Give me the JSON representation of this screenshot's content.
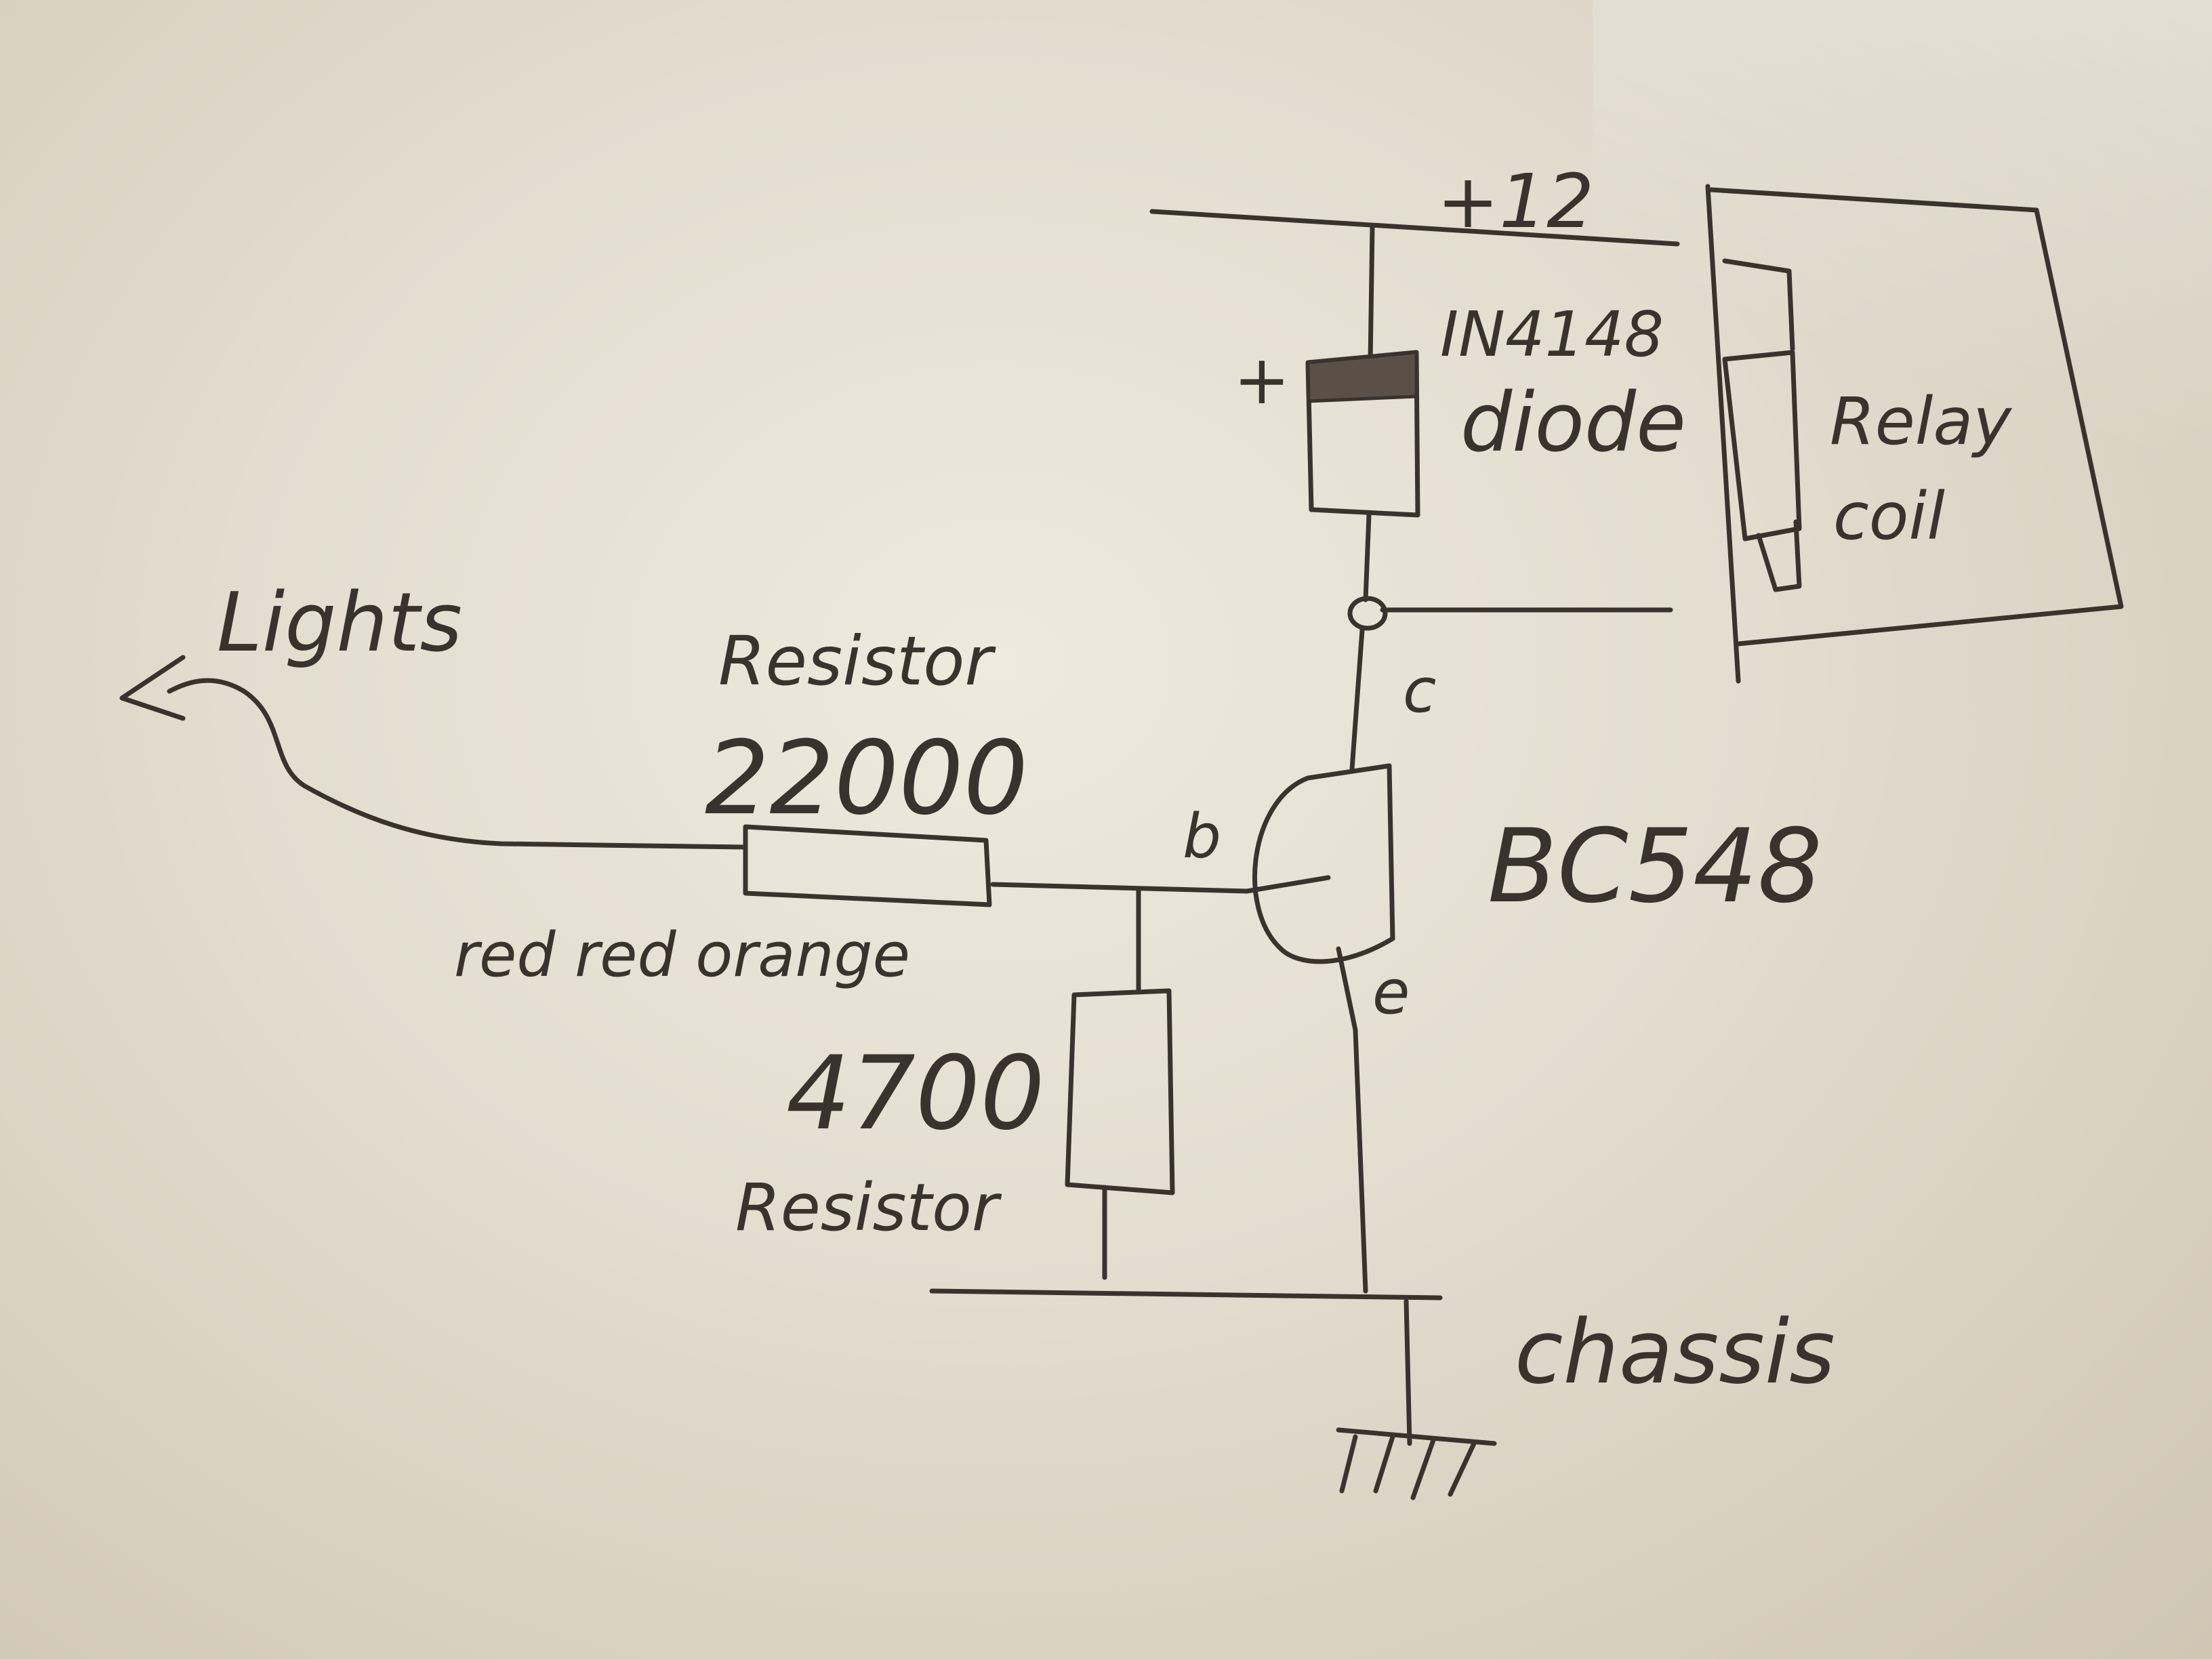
{
  "labels": {
    "supply": "+12",
    "diode_part": "IN4148",
    "diode_word": "diode",
    "diode_plus": "+",
    "relay_line1": "Relay",
    "relay_line2": "coil",
    "collector": "c",
    "base": "b",
    "emitter": "e",
    "transistor": "BC548",
    "lights": "Lights",
    "r1_title": "Resistor",
    "r1_value": "22000",
    "r1_bands": "red red orange",
    "r2_value": "4700",
    "r2_title": "Resistor",
    "ground": "chassis"
  },
  "colors": {
    "ink": "#3a332d",
    "paper": "#ebe5d9"
  }
}
